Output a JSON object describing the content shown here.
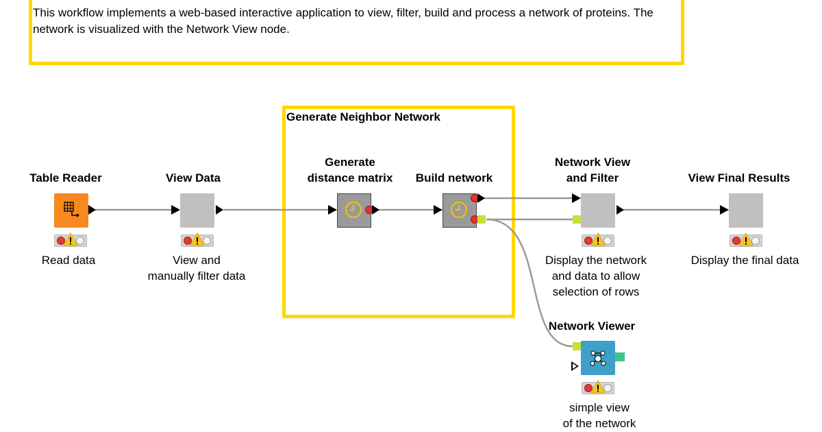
{
  "annotation": {
    "text": "This workflow implements a web-based interactive application to view, filter, build and process a network of proteins. The network is visualized with the Network View node.",
    "border_color": "#ffd700"
  },
  "metanode_group": {
    "label": "Generate Neighbor Network",
    "border_color": "#ffd700"
  },
  "nodes": {
    "table_reader": {
      "title": "Table Reader",
      "description": "Read data",
      "icon": "table-reader-icon",
      "color": "#f6891f"
    },
    "view_data": {
      "title": "View Data",
      "description": "View and\nmanually filter data",
      "color": "#c0c0c0"
    },
    "generate_distance_matrix": {
      "title": "Generate\ndistance matrix",
      "icon": "clock-icon",
      "color": "#9a9a9a"
    },
    "build_network": {
      "title": "Build network",
      "icon": "clock-icon",
      "color": "#9a9a9a"
    },
    "network_view_filter": {
      "title": "Network View\nand Filter",
      "description": "Display the network\nand data to allow\nselection of rows",
      "color": "#c0c0c0"
    },
    "view_final_results": {
      "title": "View Final Results",
      "description": "Display the final data",
      "color": "#c0c0c0"
    },
    "network_viewer": {
      "title": "Network Viewer",
      "description": "simple view\nof the network",
      "icon": "network-viewer-icon",
      "color": "#3e9fc9"
    }
  },
  "status": {
    "traffic_light": "red",
    "warning_icon": "warning-icon"
  },
  "colors": {
    "connection": "#9a9a9a",
    "port_red": "#e8302f",
    "port_lime": "#c3e03c",
    "port_green": "#3fc28a"
  }
}
